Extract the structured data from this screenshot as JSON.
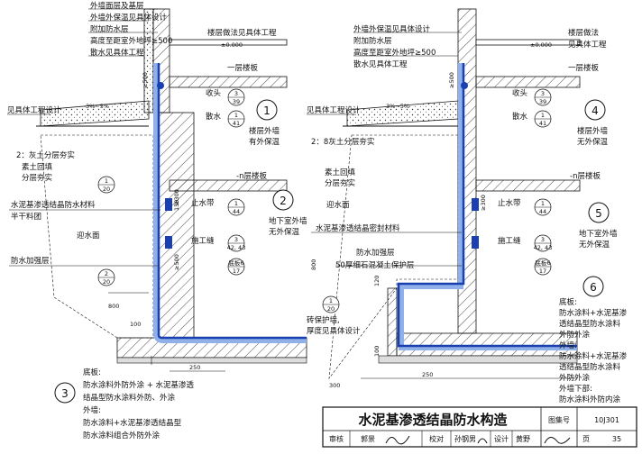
{
  "left_detail": {
    "label_floor_outer": "外墙面层及基层",
    "label_insulation": "外墙外保温见具体设计",
    "label_extra_wp": "附加防水层",
    "label_height": "高度至距室外地坪≥500",
    "label_apron": "散水见具体工程",
    "label_see_project": "见具体工程设计",
    "label_floor_method": "楼层做法见具体工程",
    "label_first_floor": "一层楼板",
    "label_n_floor": "-n层楼板",
    "label_elev": "±0.000",
    "label_slope": "3%~5%",
    "label_shoutou": "收头",
    "label_sanshui": "散水",
    "idx_shoutou": [
      "3",
      "39"
    ],
    "idx_sanshui": [
      "1",
      "41"
    ],
    "label_lime": "2：灰土分层夯实",
    "label_backfill": "素土回填",
    "label_backfill2": "分层夯实",
    "label_coating": "水泥基渗透结晶防水材料",
    "label_coating2": "半干料团",
    "label_waterface": "迎水面",
    "label_reinforce": "防水加强层",
    "label_waterstop": "止水带",
    "idx_waterstop": [
      "1",
      "44"
    ],
    "label_joint": "施工缝",
    "idx_joint": [
      "3",
      "42, 43"
    ],
    "idx_slab": [
      "1",
      "20"
    ],
    "idx_corner": [
      "2",
      "20"
    ],
    "idx_corner2": [
      "底板6",
      "17"
    ],
    "dim_500": "≥500",
    "dim_150": "150",
    "dim_300": "≥300",
    "dim_500b": "≥500",
    "dim_800": "800",
    "dim_100": "100",
    "dim_250": "250",
    "label_outer_wall": "楼层外墙",
    "label_outer_wall2": "有外保温",
    "label_basement": "地下室外墙",
    "label_basement2": "无外保温",
    "circle_1": "1",
    "circle_2": "2",
    "circle_3": "3"
  },
  "right_detail": {
    "label_insulation": "外墙外保温见具体设计",
    "label_extra_wp": "附加防水层",
    "label_height": "高度至距室外地坪≥500",
    "label_apron": "散水见具体工程",
    "label_see_project": "见具体工程设计",
    "label_floor_method": "楼层做法",
    "label_floor_method2": "见具体工程",
    "label_first_floor": "一层楼板",
    "label_n_floor": "-n层楼板",
    "label_elev": "±0.000",
    "label_slope": "3%~5%",
    "label_shoutou": "收头",
    "label_sanshui": "散水",
    "idx_shoutou": [
      "3",
      "39"
    ],
    "idx_sanshui": [
      "1",
      "41"
    ],
    "label_lime": "2：8灰土分层夯实",
    "label_backfill": "素土回填",
    "label_backfill2": "分层夯实",
    "label_waterface": "迎水面",
    "label_seal": "水泥基渗透结晶密封材料",
    "label_waterstop": "止水带",
    "idx_waterstop": [
      "1",
      "44"
    ],
    "label_joint": "施工缝",
    "idx_joint": [
      "3",
      "42, 43"
    ],
    "label_reinforce": "防水加强层",
    "label_concrete": "50厚细石混凝土保护层",
    "label_protect": "砖保护墙,",
    "label_protect2": "厚度见具体设计",
    "idx_slab": [
      "1",
      "20"
    ],
    "idx_corner": [
      "底板6",
      "17"
    ],
    "dim_500": "≥500",
    "dim_120": "120",
    "dim_800": "800",
    "dim_100": "100",
    "dim_250": "250",
    "dim_300": "300",
    "dim_300b": "≥300",
    "label_outer_wall": "楼层外墙",
    "label_outer_wall2": "无外保温",
    "label_basement": "地下室外墙",
    "label_basement2": "无外保温",
    "circle_4": "4",
    "circle_5": "5",
    "circle_6": "6"
  },
  "note_3": {
    "lines": [
      "底板:",
      "防水涂料外防外涂 + 水泥基渗透",
      "结晶型防水涂料外防、外涂",
      "外墙:",
      "防水涂料+水泥基渗透结晶型",
      "防水涂料组合外防外涂"
    ]
  },
  "note_6": {
    "lines": [
      "底板:",
      "防水涂料+水泥基渗",
      "透结晶型防水涂料",
      "外防外涂",
      "外墙:",
      "防水涂料+水泥基渗",
      "透结晶型防水涂料",
      "外防外涂",
      "外墙下部:",
      "防水涂料外防内涂"
    ]
  },
  "title_block": {
    "title": "水泥基渗透结晶防水构造",
    "atlas_label": "图集号",
    "atlas_no": "10J301",
    "review_label": "审核",
    "reviewer": "郭景",
    "check_label": "校对",
    "checker": "孙钢男",
    "design_label": "设计",
    "designer": "黄野",
    "page_label": "页",
    "page_no": "35"
  },
  "colors": {
    "membrane": "#1a3fb0",
    "membrane_light": "#8fb0e8",
    "line": "#111111"
  }
}
